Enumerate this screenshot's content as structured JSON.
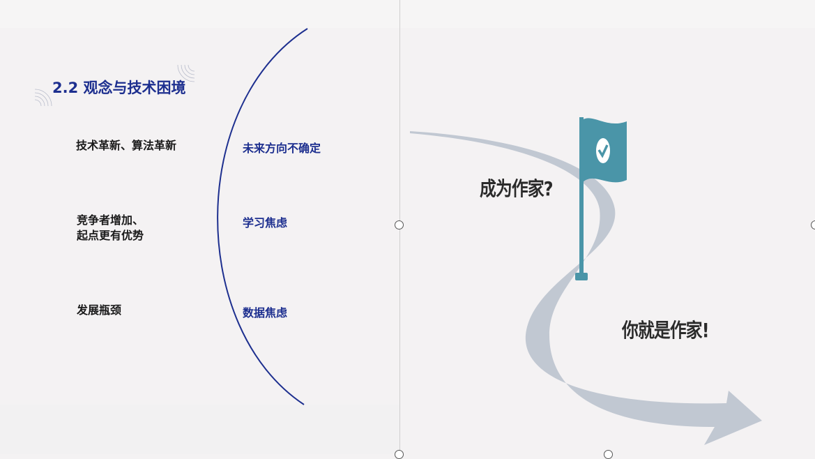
{
  "slide_left": {
    "title": "2.2 观念与技术困境",
    "left_items": [
      "技术革新、算法革新",
      "竞争者增加、",
      "起点更有优势",
      "发展瓶颈"
    ],
    "right_items": [
      "未来方向不确定",
      "学习焦虑",
      "数据焦虑"
    ]
  },
  "slide_right": {
    "question": "成为作家?",
    "answer": "你就是作家!",
    "icons": {
      "flag": "flag-icon",
      "check": "check-icon"
    }
  },
  "colors": {
    "accent": "#1d2f8f",
    "flag": "#4a95a8",
    "road": "#c1c8d2"
  }
}
